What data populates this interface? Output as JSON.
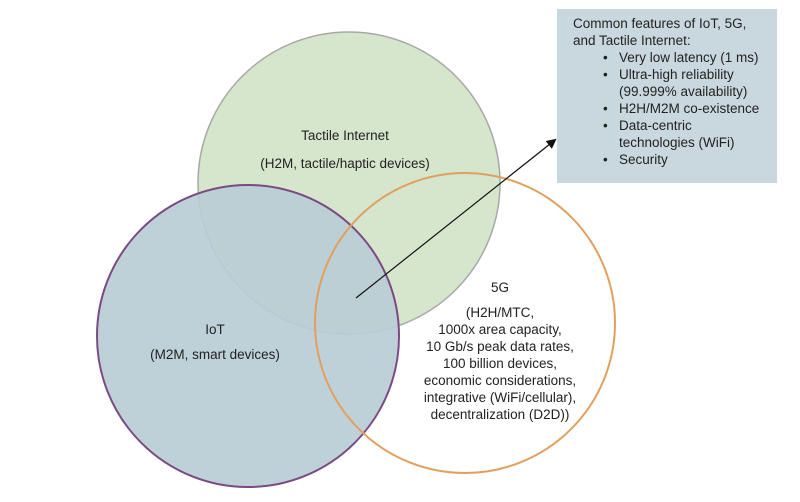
{
  "tactile": {
    "title": "Tactile Internet",
    "desc": "(H2M, tactile/haptic devices)"
  },
  "iot": {
    "title": "IoT",
    "desc": "(M2M, smart devices)"
  },
  "fiveg": {
    "title": "5G",
    "lines": [
      "(H2H/MTC,",
      "1000x area capacity,",
      "10 Gb/s peak data rates,",
      "100 billion devices,",
      "economic considerations,",
      "integrative (WiFi/cellular),",
      "decentralization (D2D))"
    ]
  },
  "common_box": {
    "heading_line1": "Common features of IoT, 5G,",
    "heading_line2": "and Tactile Internet:",
    "items": [
      [
        "Very low latency (1 ms)"
      ],
      [
        "Ultra-high reliability",
        "(99.999% availability)"
      ],
      [
        "H2H/M2M co-existence"
      ],
      [
        "Data-centric",
        "technologies (WiFi)"
      ],
      [
        "Security"
      ]
    ]
  },
  "colors": {
    "tactile_fill": "#d6e6cc",
    "tactile_stroke": "#a8a8a8",
    "iot_fill": "#b8cdd6",
    "iot_stroke": "#7a4a82",
    "fiveg_stroke": "#e0a060",
    "box_fill": "#c9d8df",
    "arrow": "#111111"
  }
}
